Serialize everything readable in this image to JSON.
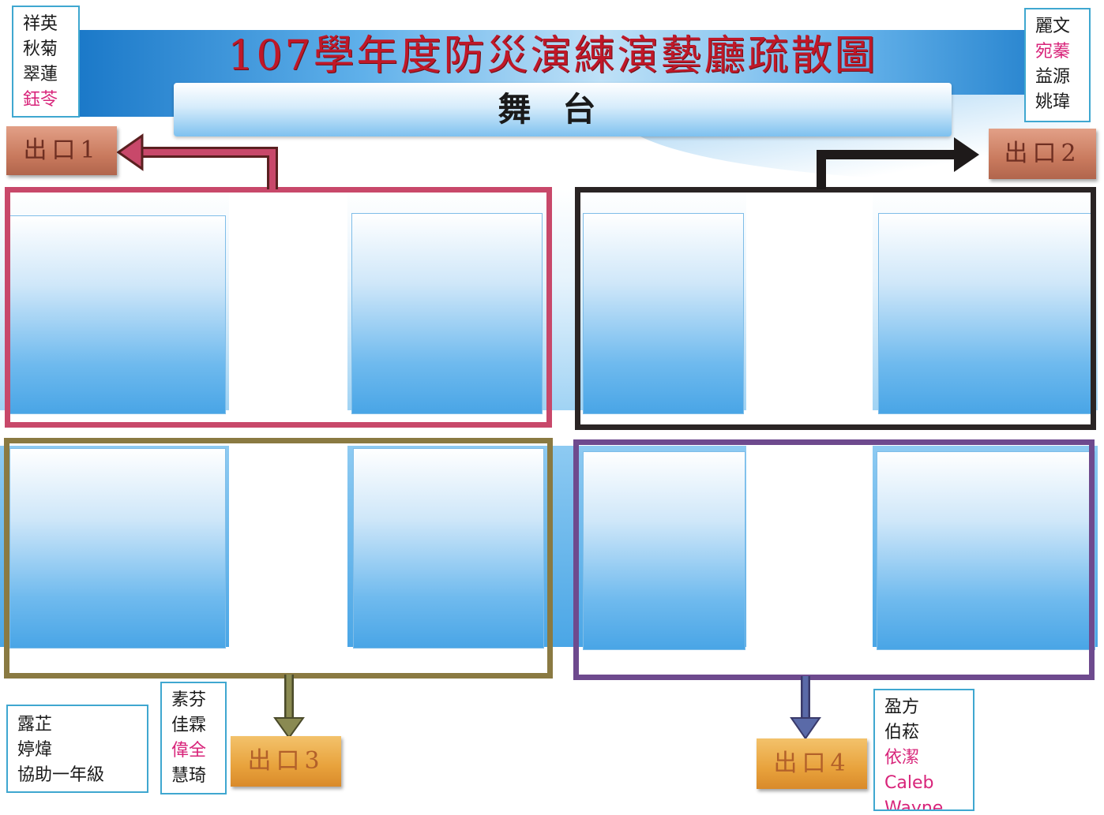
{
  "title": "107學年度防災演練演藝廳疏散圖",
  "stage": "舞台",
  "exits": {
    "exit1": "出口1",
    "exit2": "出口2",
    "exit3": "出口3",
    "exit4": "出口4"
  },
  "name_boxes": {
    "top_left": [
      "祥英",
      "秋菊",
      "翠蓮",
      "鈺苓"
    ],
    "top_right": [
      "麗文",
      "宛蓁",
      "益源",
      "姚瑋"
    ],
    "bottom_left": [
      "露芷",
      "婷煒",
      "協助一年級"
    ],
    "bottom_center": [
      "素芬",
      "佳霖",
      "偉全",
      "慧琦"
    ],
    "bottom_right": [
      "盈方",
      "伯菘",
      "依潔",
      "Caleb",
      "Wayne"
    ]
  },
  "colors": {
    "title": "#c01828",
    "group_top_left": "#c8486a",
    "group_top_right": "#2a2424",
    "group_bottom_left": "#8a7a42",
    "group_bottom_right": "#6e4a8e",
    "highlight_name": "#d8247a",
    "box_border": "#3fa7d0"
  }
}
